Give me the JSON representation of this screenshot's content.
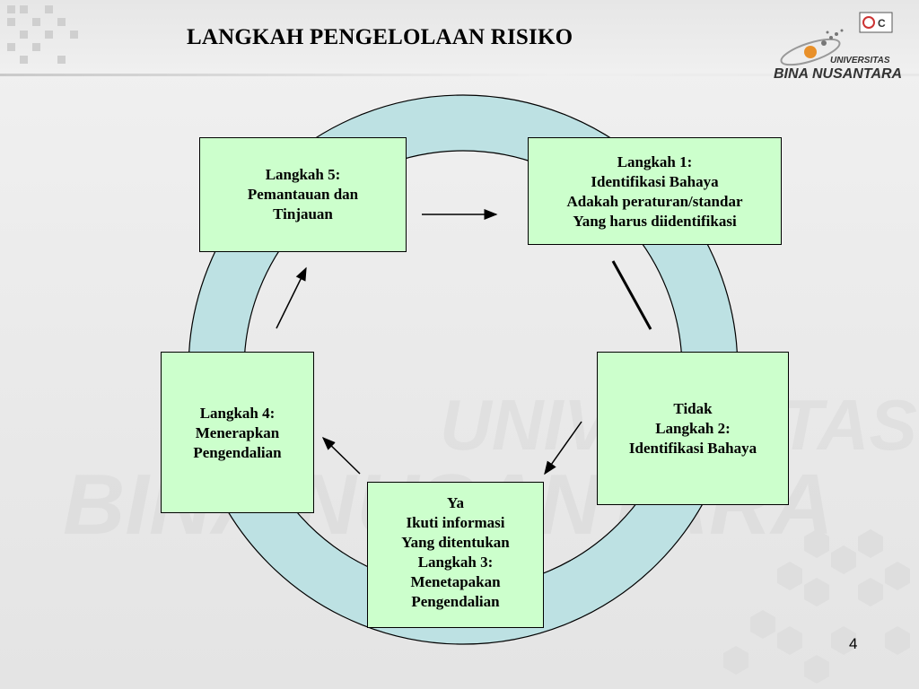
{
  "title": "LANGKAH PENGELOLAAN RISIKO",
  "page_number": "4",
  "logo": {
    "line1": "UNIVERSITAS",
    "line2": "BINA NUSANTARA"
  },
  "watermark": {
    "line1": "UNIVERSITAS",
    "line2": "BINA NUSANTARA"
  },
  "steps": {
    "step5": [
      "Langkah 5:",
      "Pemantauan dan",
      "Tinjauan"
    ],
    "step1": [
      "Langkah 1:",
      "Identifikasi Bahaya",
      "Adakah peraturan/standar",
      "Yang harus diidentifikasi"
    ],
    "step2": [
      "Tidak",
      "Langkah 2:",
      "Identifikasi Bahaya"
    ],
    "step3": [
      "Ya",
      "Ikuti informasi",
      "Yang ditentukan",
      "Langkah 3:",
      "Menetapakan",
      "Pengendalian"
    ],
    "step4": [
      "Langkah 4:",
      "Menerapkan",
      "Pengendalian"
    ]
  },
  "colors": {
    "box_fill": "#ccffcc",
    "ring_fill": "#bde1e3",
    "ring_stroke": "#000000"
  }
}
